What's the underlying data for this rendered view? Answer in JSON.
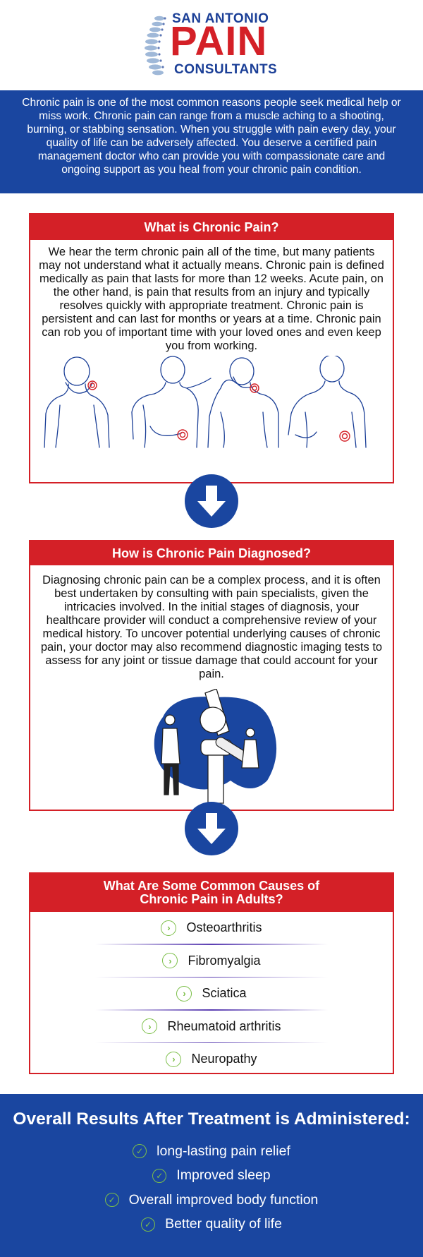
{
  "logo": {
    "line1": "SAN ANTONIO",
    "line2": "PAIN",
    "line3": "CONSULTANTS"
  },
  "intro": {
    "text": "Chronic pain is one of the most common reasons people seek medical help or miss work. Chronic pain can range from a muscle aching to a shooting, burning, or stabbing sensation. When you struggle with pain every day, your quality of life can be adversely affected. You deserve a certified pain management doctor who can provide you with compassionate care and ongoing support as you heal from your chronic pain condition."
  },
  "section1": {
    "title": "What is Chronic Pain?",
    "body": "We hear the term chronic pain all of the time, but many patients may not understand what it actually means. Chronic pain is defined medically as pain that lasts for more than 12 weeks. Acute pain, on the other hand, is pain that results from an injury and typically resolves quickly with appropriate treatment. Chronic pain is persistent and can last for months or years at a time. Chronic pain can rob you of important time with your loved ones and even keep you from working."
  },
  "section2": {
    "title": "How is Chronic Pain Diagnosed?",
    "body": "Diagnosing chronic pain can be a complex process, and it is often best undertaken by consulting with pain specialists, given the intricacies involved. In the initial stages of diagnosis, your healthcare provider will conduct a comprehensive review of your medical history. To uncover potential underlying causes of chronic pain, your doctor may also recommend diagnostic imaging tests to assess for any joint or tissue damage that could account for your pain."
  },
  "section3": {
    "title_line1": "What Are Some Common Causes of",
    "title_line2": "Chronic Pain in Adults?",
    "items": [
      "Osteoarthritis",
      "Fibromyalgia",
      "Sciatica",
      "Rheumatoid arthritis",
      "Neuropathy"
    ]
  },
  "results": {
    "title": "Overall Results After Treatment is Administered:",
    "items": [
      "long-lasting pain relief",
      "Improved sleep",
      "Overall improved body function",
      "Better quality of life"
    ]
  },
  "colors": {
    "brand_blue": "#1a46a0",
    "brand_red": "#d42027",
    "check_green": "#7cbf49"
  }
}
